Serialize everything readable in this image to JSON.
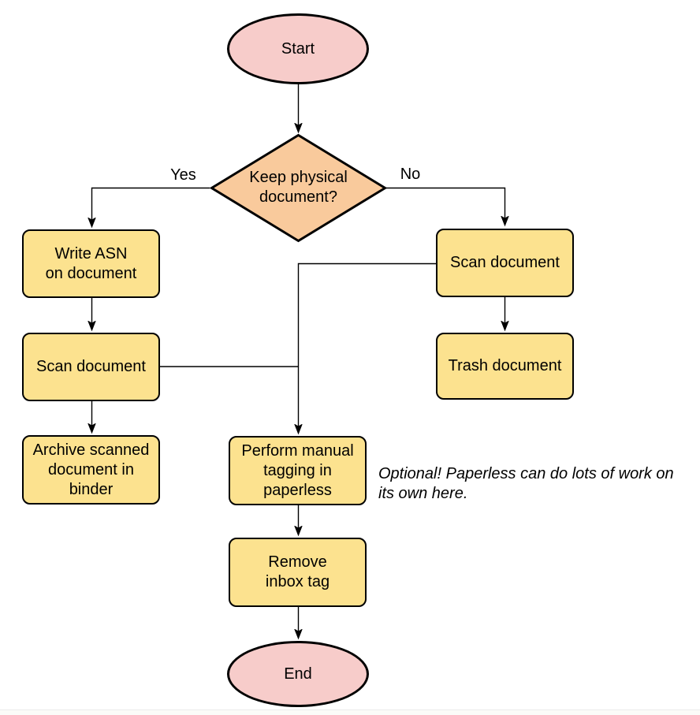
{
  "colors": {
    "background": "#ffffff",
    "node_yellow": "#FCE28F",
    "node_orange": "#F9CA9C",
    "node_pink": "#F7CCCA",
    "stroke": "#000000"
  },
  "nodes": {
    "start": "Start",
    "decision": "Keep physical\ndocument?",
    "write_asn": "Write ASN\non document",
    "scan_left": "Scan document",
    "archive": "Archive scanned\ndocument in\nbinder",
    "scan_right": "Scan document",
    "trash": "Trash document",
    "perform_tagging": "Perform manual\ntagging in\npaperless",
    "remove_inbox": "Remove\ninbox tag",
    "end": "End"
  },
  "edge_labels": {
    "yes": "Yes",
    "no": "No"
  },
  "annotation": "Optional! Paperless can do lots of work on\nits own here."
}
